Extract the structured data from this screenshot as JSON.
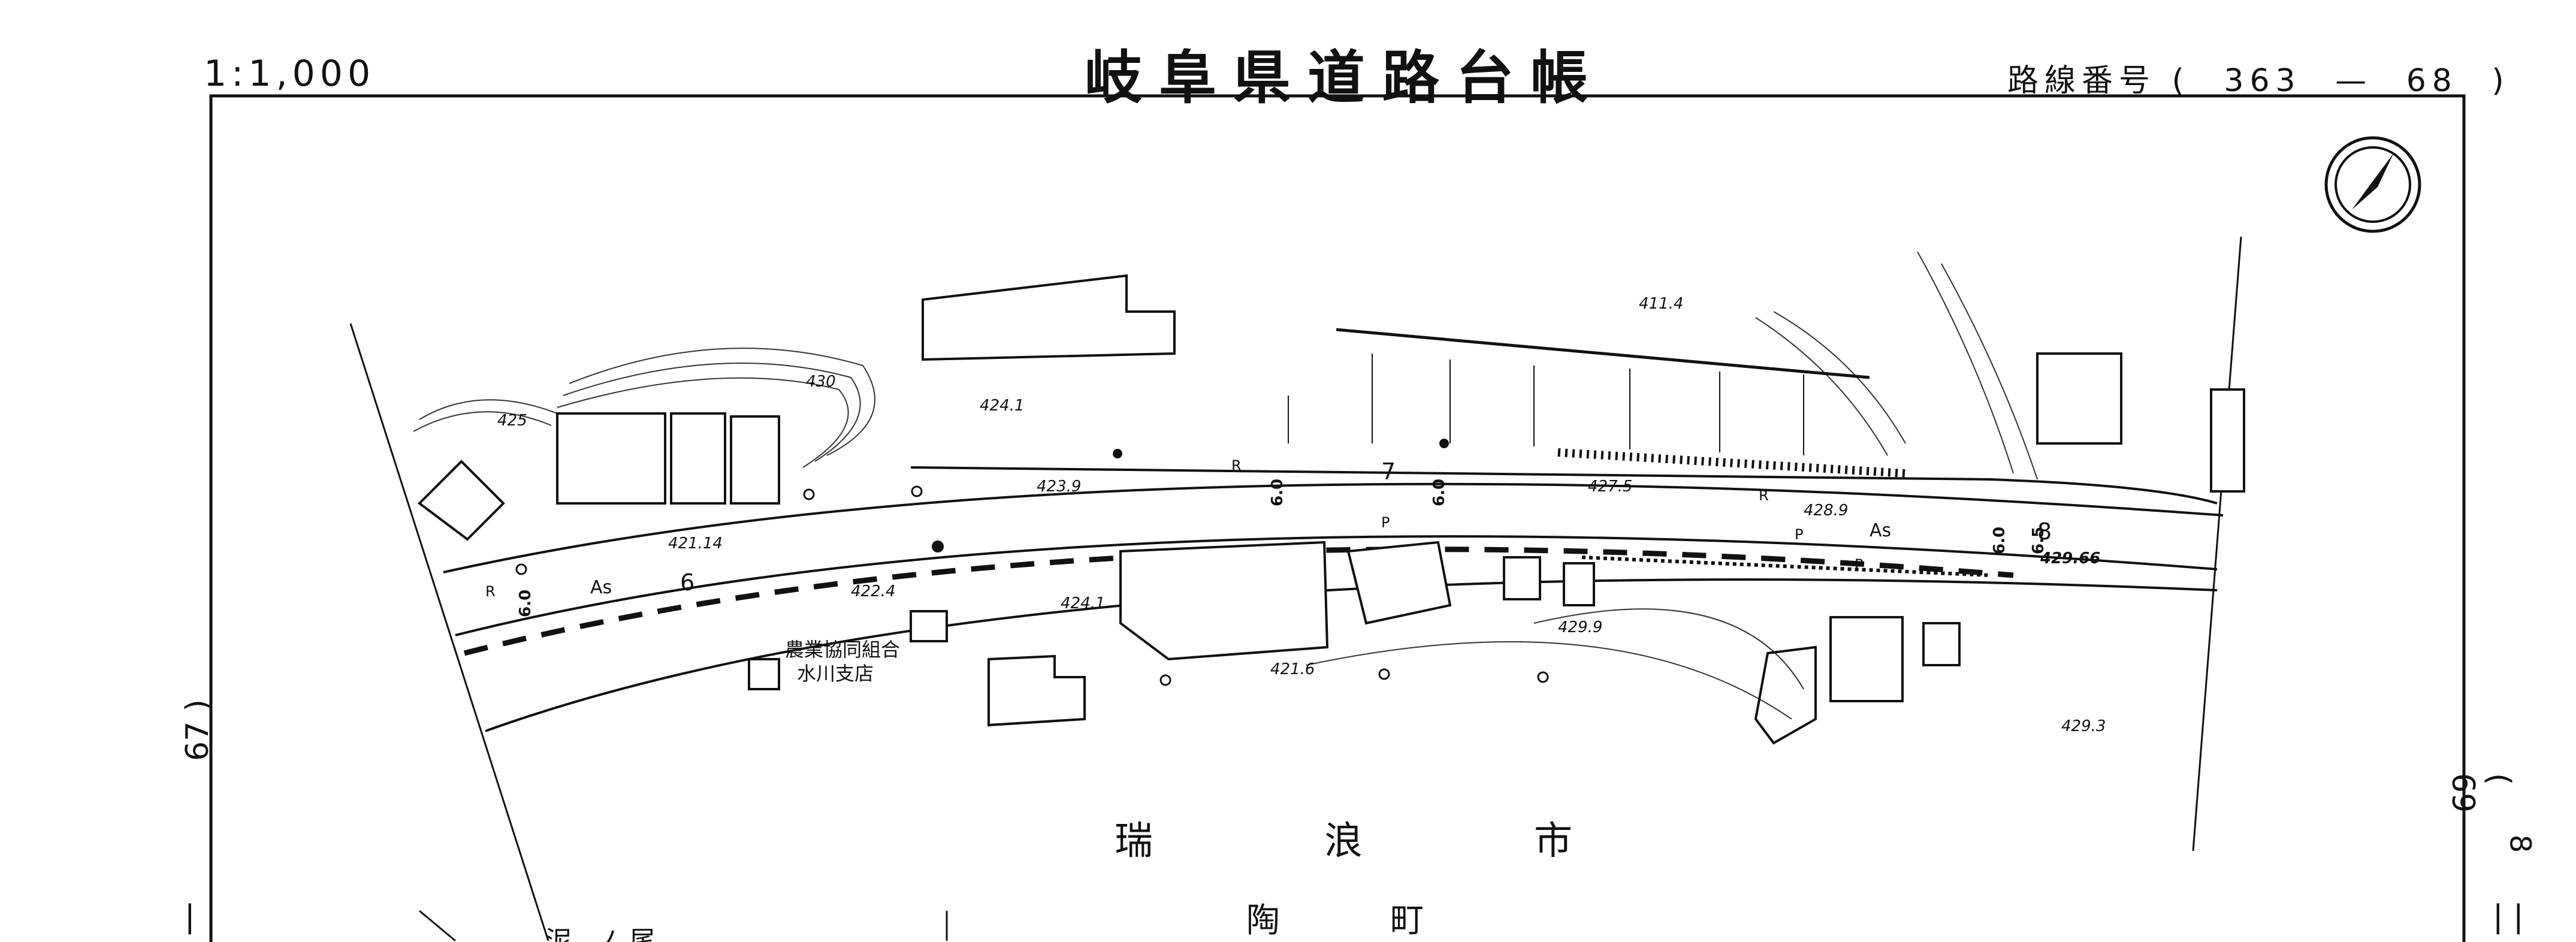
{
  "header": {
    "scale": "1:1,000",
    "title": "岐阜県道路台帳",
    "route_label": "路線番号",
    "route_number": "363",
    "route_section": "68",
    "route_open": "(",
    "route_dash": "—",
    "route_close": ")"
  },
  "margins": {
    "left_sheet_ref": "67 )",
    "left_sheet_mark": "|",
    "right_sheet_ref": "( 69",
    "right_sheet_sub": "8",
    "right_sheet_mark": "| |"
  },
  "map": {
    "elevations": [
      "424.1",
      "430",
      "425",
      "411.4",
      "423.9",
      "427.5",
      "428.9",
      "421.14",
      "422.4",
      "424.1",
      "429.9",
      "421.6",
      "429.66",
      "429.3"
    ],
    "road_widths": [
      "6.0",
      "6.0",
      "6.0",
      "6.0",
      "6.5"
    ],
    "road_numbers": [
      "6",
      "7",
      "8"
    ],
    "surface_labels": [
      "As",
      "As"
    ],
    "marker_labels": [
      "R",
      "R",
      "R",
      "P",
      "P",
      "P"
    ],
    "building_label_line1": "農業協同組合",
    "building_label_line2": "水川支店",
    "city_name": [
      "瑞",
      "浪",
      "市"
    ],
    "town_name": [
      "陶",
      "町"
    ],
    "district_name": [
      "泥",
      "ノ",
      "尾"
    ]
  },
  "compass": {
    "icon": "north-arrow-icon"
  }
}
